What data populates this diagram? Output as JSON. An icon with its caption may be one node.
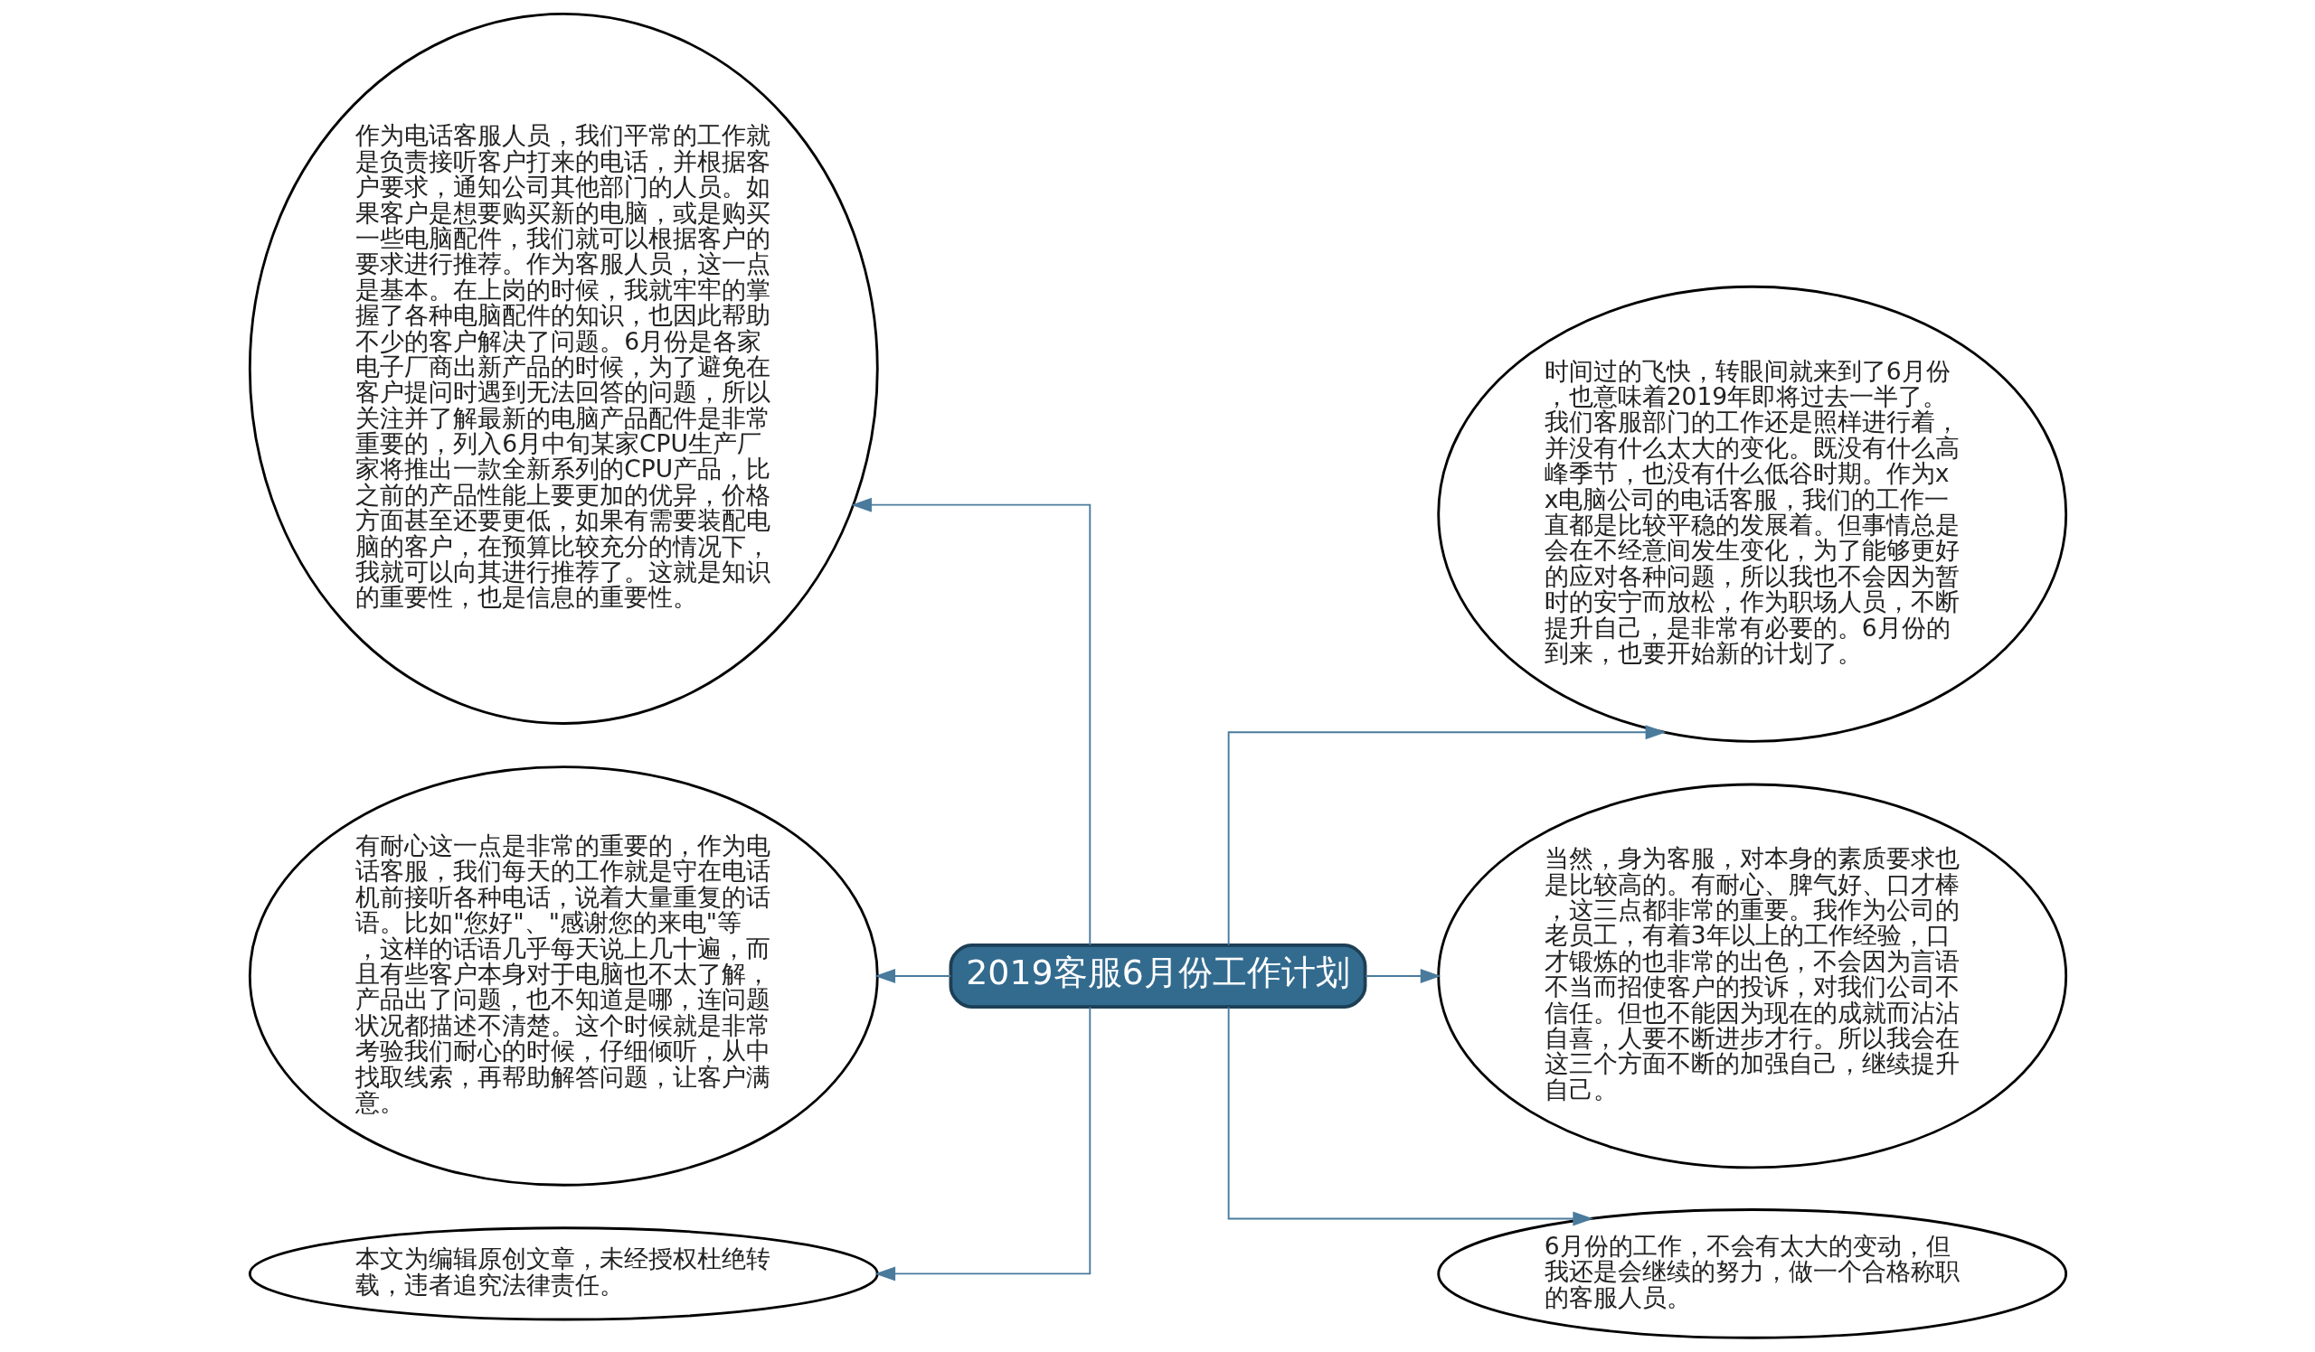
{
  "diagram": {
    "nodes": [
      {
        "text": [
          "2019客服6月份工作计划"
        ]
      },
      {
        "text": [
          "作为电话客服人员，我们平常的工作就是负责接听客户打来的电话，并根据客户要求，通知公司其他部门的人员。如果客户是想要购买新的电脑，或是购买一些电脑配件，我们就可以根据客户的要求进行推荐。作为客服人员，这一点是基本。在上岗的时候，我就牢牢的掌握了各种电脑配件的知识，也因此帮助不少的客户解决了问题。6月份是各家电子厂商出新产品的时候，为了避免在客户提问时遇到无法回答的问题，所以关注并了解最新的电脑产品配件是非常重要的，列入6月中旬某家CPU生产厂家将推出一款全新系列的CPU产品，比之前的产品性能上要更加的优异，价格方面甚至还要更低，如果有需要装配电脑的客户，在预算比较充分的情况下，我就可以向其进行推荐了。这就是知识的重要性，也是信息的重要性。"
        ]
      },
      {
        "text": [
          "有耐心这一点是非常的重要的，作为电话客服，我们每天的工作就是守在电话机前接听各种电话，说着大量重复的话语。比如\"您好\"、\"感谢您的来电\"等，这样的话语几乎每天说上几十遍，而且有些客户本身对于电脑也不太了解，产品出了问题，也不知道是哪，连问题状况都描述不清楚。这个时候就是非常考验我们耐心的时候，仔细倾听，从中找取线索，再帮助解答问题，让客户满意。"
        ]
      },
      {
        "text": [
          "本文为编辑原创文章，未经授权杜绝转载，违者追究法律责任。"
        ]
      },
      {
        "text": [
          "时间过的飞快，转眼间就来到了6月份，也意味着2019年即将过去一半了。我们客服部门的工作还是照样进行着，并没有什么太大的变化。既没有什么高峰季节，也没有什么低谷时期。作为xx电脑公司的电话客服，我们的工作一直都是比较平稳的发展着。但事情总是会在不经意间发生变化，为了能够更好的应对各种问题，所以我也不会因为暂时的安宁而放松，作为职场人员，不断提升自己，是非常有必要的。6月份的到来，也要开始新的计划了。"
        ]
      },
      {
        "text": [
          "当然，身为客服，对本身的素质要求也是比较高的。有耐心、脾气好、口才棒，这三点都非常的重要。我作为公司的老员工，有着3年以上的工作经验，口才锻炼的也非常的出色，不会因为言语不当而招使客户的投诉，对我们公司不信任。但也不能因为现在的成就而沾沾自喜，人要不断进步才行。所以我会在这三个方面不断的加强自己，继续提升自己。"
        ]
      },
      {
        "text": [
          "6月份的工作，不会有太大的变动，但我还是会继续的努力，做一个合格称职的客服人员。"
        ]
      }
    ],
    "edges": [
      {
        "from": 0,
        "to": 1,
        "arrow": "to"
      },
      {
        "from": 0,
        "to": 2,
        "arrow": "to"
      },
      {
        "from": 0,
        "to": 3,
        "arrow": "to"
      },
      {
        "from": 0,
        "to": 4,
        "arrow": "to"
      },
      {
        "from": 0,
        "to": 5,
        "arrow": "to"
      },
      {
        "from": 0,
        "to": 6,
        "arrow": "to"
      }
    ]
  }
}
